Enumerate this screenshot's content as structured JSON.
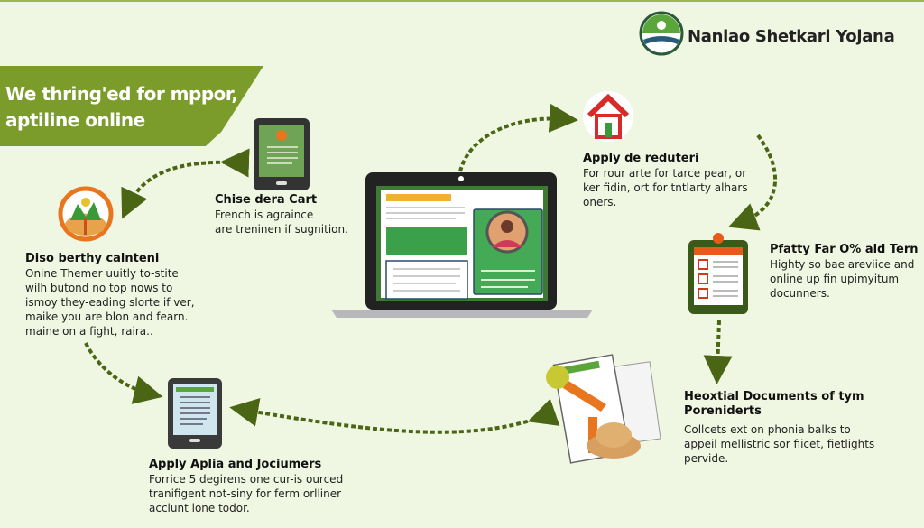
{
  "header": {
    "brand_title": "Naniao Shetkari Yojana",
    "banner_lines": [
      "We thring'ed for mppor,",
      "aptiline online"
    ]
  },
  "steps": [
    {
      "title": "Chise dera Cart",
      "lines": [
        "French is agraince",
        "are treninen if sugnition."
      ]
    },
    {
      "title": "Diso berthy calnteni",
      "lines": [
        "Onine Themer uuitly to-stite",
        "wilh butond no top nows to",
        "ismoy they-eading slorte if ver,",
        "maike you are blon and fearn.",
        "maine on a fight, raira.."
      ]
    },
    {
      "title": "Apply de reduteri",
      "lines": [
        "For rour arte for tarce pear, or",
        "ker fidin, ort for tntlarty alhars",
        "oners."
      ]
    },
    {
      "title": "Pfatty Far O% ald Tern",
      "lines": [
        "Highty so bae areviice and",
        "online up fin upimyitum",
        "docunners."
      ]
    },
    {
      "title": "Apply Aplia and Jociumers",
      "lines": [
        "Forrice 5 degirens one cur-is ourced",
        "tranifigent not-siny for ferm orlliner",
        "acclunt lone todor."
      ]
    },
    {
      "title_lines": [
        "Heoxtial Documents of tym",
        "Poreniderts"
      ],
      "lines": [
        "Collcets ext on phonia balks to",
        "appeil mellistric sor fiicet, fietlights",
        "pervide."
      ]
    }
  ],
  "colors": {
    "background": "#eff6e1",
    "banner": "#7b9c2b",
    "arrow": "#4a6514",
    "accent_orange": "#e8761e"
  }
}
